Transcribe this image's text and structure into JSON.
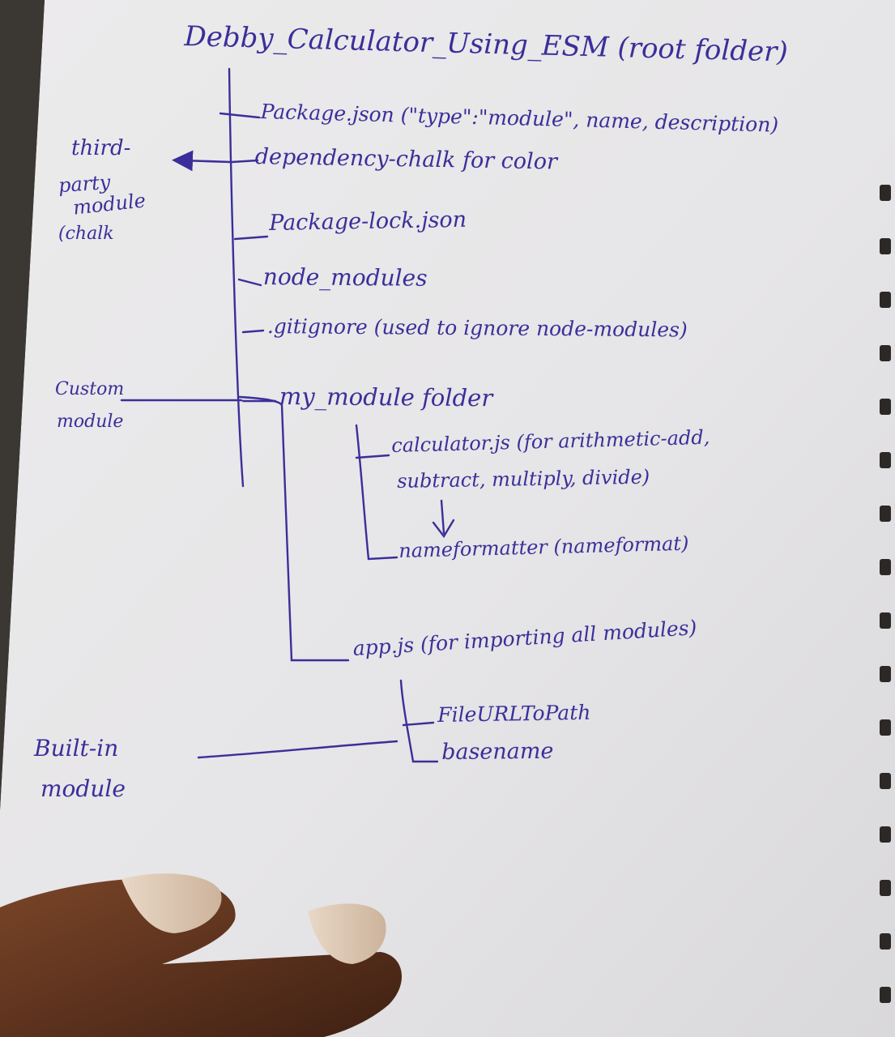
{
  "title": "Debby_Calculator_Using_ESM (root folder)",
  "tree": {
    "package_json": "Package.json (\"type\":\"module\", name, description)",
    "dependency": "dependency-chalk for color",
    "package_lock": "Package-lock.json",
    "node_modules": "node_modules",
    "gitignore": ".gitignore (used to ignore node-modules)",
    "my_module_folder": "my_module folder",
    "calculator_js_line1": "calculator.js (for arithmetic-add,",
    "calculator_js_line2": "subtract, multiply, divide)",
    "name_formatter": "nameformatter (nameformat)",
    "app_js": "app.js (for importing all modules)",
    "file_url_to_path": "FileURLToPath",
    "basename": "basename"
  },
  "side_labels": {
    "third_party": [
      "third-",
      "party",
      "module",
      "(chalk"
    ],
    "custom": [
      "Custom",
      "module"
    ],
    "builtin": [
      "Built-in",
      "module"
    ]
  },
  "colors": {
    "ink": "#3a2f9a",
    "paper": "#efeeee",
    "background": "#3b3733",
    "spiral": "#2b2826",
    "finger": "#6a3a22"
  }
}
